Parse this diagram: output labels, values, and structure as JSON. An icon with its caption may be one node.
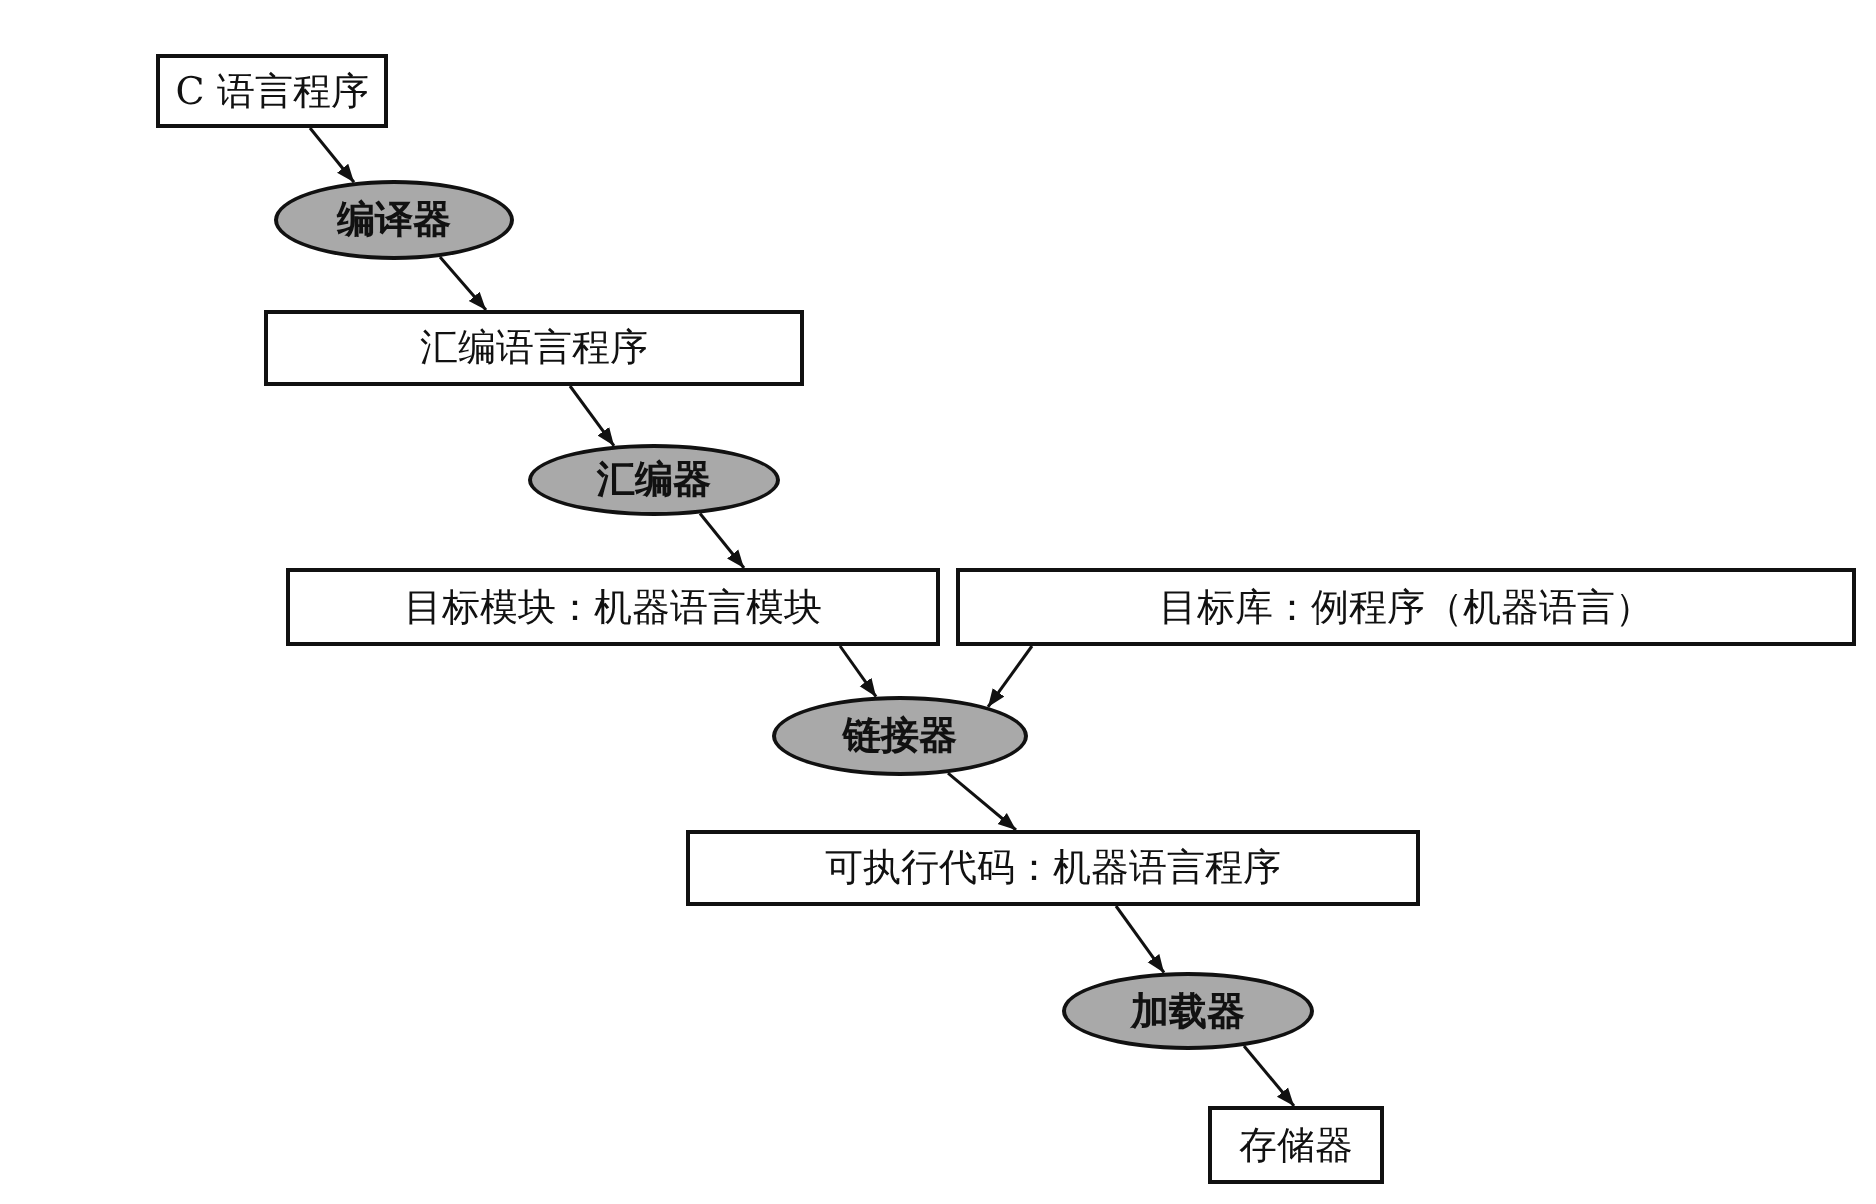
{
  "diagram": {
    "nodes": [
      {
        "text": [
          "C 语言程序"
        ]
      },
      {
        "text": [
          "编译器"
        ]
      },
      {
        "text": [
          "汇编语言程序"
        ]
      },
      {
        "text": [
          "汇编器"
        ]
      },
      {
        "text": [
          "目标模块：机器语言模块"
        ]
      },
      {
        "text": [
          "目标库：例程序（机器语言）"
        ]
      },
      {
        "text": [
          "链接器"
        ]
      },
      {
        "text": [
          "可执行代码：机器语言程序"
        ]
      },
      {
        "text": [
          "加载器"
        ]
      },
      {
        "text": [
          "存储器"
        ]
      }
    ],
    "edges": [
      {
        "from": 0,
        "to": 1,
        "arrow": "to"
      },
      {
        "from": 1,
        "to": 2,
        "arrow": "to"
      },
      {
        "from": 2,
        "to": 3,
        "arrow": "to"
      },
      {
        "from": 3,
        "to": 4,
        "arrow": "to"
      },
      {
        "from": 4,
        "to": 6,
        "arrow": "to"
      },
      {
        "from": 5,
        "to": 6,
        "arrow": "to"
      },
      {
        "from": 6,
        "to": 7,
        "arrow": "to"
      },
      {
        "from": 7,
        "to": 8,
        "arrow": "to"
      },
      {
        "from": 8,
        "to": 9,
        "arrow": "to"
      }
    ]
  }
}
